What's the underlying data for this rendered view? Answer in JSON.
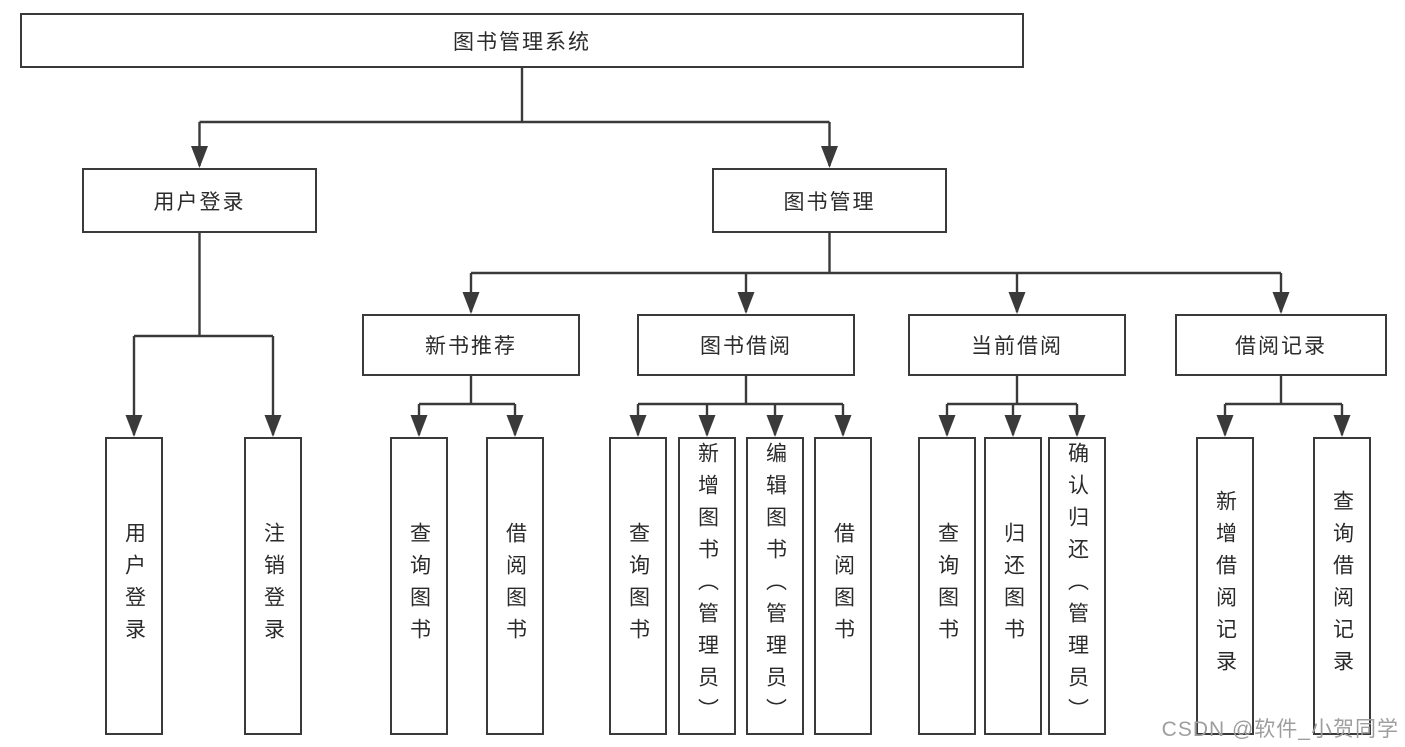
{
  "colors": {
    "line": "#3a3a3a",
    "box_border": "#3a3a3a",
    "text": "#2b2b2b",
    "watermark": "#9e9e9e",
    "background": "#ffffff"
  },
  "tree": {
    "root": {
      "label": "图书管理系统"
    },
    "children": [
      {
        "label": "用户登录",
        "children": [
          {
            "label": "用户登录"
          },
          {
            "label": "注销登录"
          }
        ]
      },
      {
        "label": "图书管理",
        "children": [
          {
            "label": "新书推荐",
            "children": [
              {
                "label": "查询图书"
              },
              {
                "label": "借阅图书"
              }
            ]
          },
          {
            "label": "图书借阅",
            "children": [
              {
                "label": "查询图书"
              },
              {
                "label": "新增图书（管理员）"
              },
              {
                "label": "编辑图书（管理员）"
              },
              {
                "label": "借阅图书"
              }
            ]
          },
          {
            "label": "当前借阅",
            "children": [
              {
                "label": "查询图书"
              },
              {
                "label": "归还图书"
              },
              {
                "label": "确认归还（管理员）"
              }
            ]
          },
          {
            "label": "借阅记录",
            "children": [
              {
                "label": "新增借阅记录"
              },
              {
                "label": "查询借阅记录"
              }
            ]
          }
        ]
      }
    ]
  },
  "watermark": {
    "text": "CSDN @软件_小贺同学"
  }
}
